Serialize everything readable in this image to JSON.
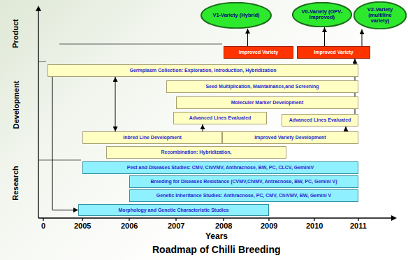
{
  "diagram": {
    "title": "Roadmap of Chilli Breeding",
    "nodes": [
      {
        "text": [
          "V1-Variety (Hybrid)"
        ]
      },
      {
        "text": [
          "V0-Variety (OPV-Improved)"
        ]
      },
      {
        "text": [
          "V2-Variety (multiline variety)"
        ]
      },
      {
        "text": [
          "Improved Variety"
        ]
      },
      {
        "text": [
          "Improved Variety"
        ]
      },
      {
        "text": [
          "Germplasm Collection: Exploration, Introduction, Hybridization"
        ]
      },
      {
        "text": [
          "Seed Multiplication, Maintainance,and Screening"
        ]
      },
      {
        "text": [
          "Moleculer Marker Development"
        ]
      },
      {
        "text": [
          "Advanced Lines Evaluated"
        ]
      },
      {
        "text": [
          "Advanced Lines Evaluated"
        ]
      },
      {
        "text": [
          "Inbred Line Development"
        ]
      },
      {
        "text": [
          "Improved Variety Development"
        ]
      },
      {
        "text": [
          "Recombination: Hybridization,"
        ]
      },
      {
        "text": [
          "Pest and Diseases Studies: CMV, ChiVMV, Anthracnose, BW, PC, CLCV, GeminiV"
        ]
      },
      {
        "text": [
          "Breeding for Diseases Resistance (CVMV,ChiMV, Antracnose, BW, PC, Gemini V)"
        ]
      },
      {
        "text": [
          "Genetic Inheritance Studies: Anthracnose, PC, CMV, ChiVMV, BW, Gemini V"
        ]
      },
      {
        "text": [
          "Morphology and Genetic Characteristic Studies"
        ]
      }
    ],
    "edges": [
      {
        "from": 5,
        "to": 16,
        "arrow": "to"
      },
      {
        "from": 5,
        "to": 10,
        "arrow": "both"
      },
      {
        "from": 10,
        "to": 8,
        "arrow": "to"
      },
      {
        "from": 11,
        "to": 9,
        "arrow": "to"
      },
      {
        "from": 9,
        "to": 4,
        "arrow": "to"
      },
      {
        "from": 3,
        "to": 0,
        "arrow": "to"
      },
      {
        "from": 4,
        "to": 1,
        "arrow": "to"
      },
      {
        "from": 4,
        "to": 2,
        "arrow": "to"
      }
    ],
    "labels": [
      "Product",
      "Development",
      "Research",
      "0",
      "2005",
      "2006",
      "2007",
      "2008",
      "2009",
      "2010",
      "2011",
      "Years"
    ]
  }
}
